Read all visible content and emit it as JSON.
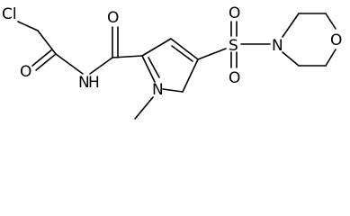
{
  "molecule": {
    "atom_labels": {
      "chlorine": "Cl",
      "chloroacetyl_oxygen": "O",
      "amide_nitrogen_symbol": "N",
      "amide_nitrogen_hydrogen": "H",
      "carboxamide_oxygen": "O",
      "pyrrole_nitrogen": "N",
      "sulfur": "S",
      "sulfonyl_oxygen_top": "O",
      "sulfonyl_oxygen_bottom": "O",
      "morpholine_nitrogen": "N",
      "morpholine_oxygen": "O"
    }
  }
}
